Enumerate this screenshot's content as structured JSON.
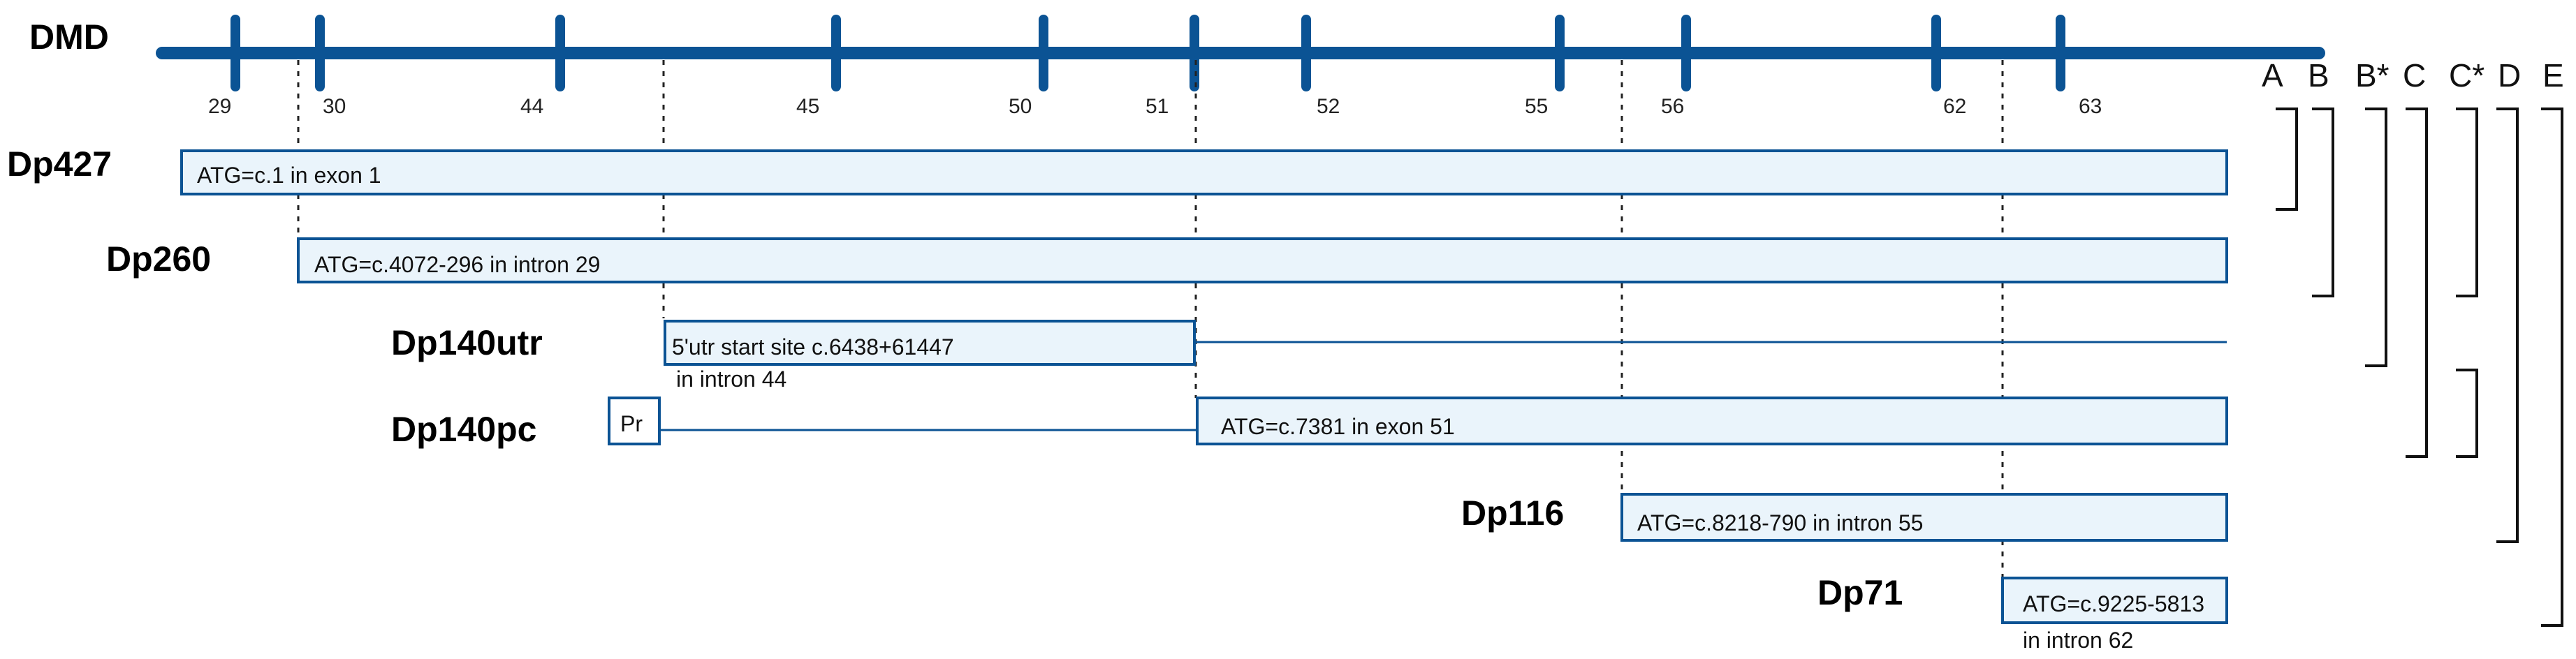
{
  "gene": {
    "label": "DMD"
  },
  "exons": [
    "29",
    "30",
    "44",
    "45",
    "50",
    "51",
    "52",
    "55",
    "56",
    "62",
    "63"
  ],
  "isoforms": [
    {
      "name": "Dp427",
      "box_text": "ATG=c.1 in exon 1"
    },
    {
      "name": "Dp260",
      "box_text": "ATG=c.4072-296 in intron 29"
    },
    {
      "name": "Dp140utr",
      "box_text_line1": "5'utr start site c.6438+61447",
      "box_text_line2": "in intron 44"
    },
    {
      "name": "Dp140pc",
      "promoter_text": "Pr",
      "box_text": "ATG=c.7381 in exon 51"
    },
    {
      "name": "Dp116",
      "box_text": "ATG=c.8218-790 in intron 55"
    },
    {
      "name": "Dp71",
      "box_text_line1": "ATG=c.9225-5813",
      "box_text_line2": "in intron 62"
    }
  ],
  "groups": [
    "A",
    "B",
    "B*",
    "C",
    "C*",
    "D",
    "E"
  ],
  "colors": {
    "primary": "#0b5394",
    "box_fill": "#eaf4fb",
    "text": "#111111"
  }
}
